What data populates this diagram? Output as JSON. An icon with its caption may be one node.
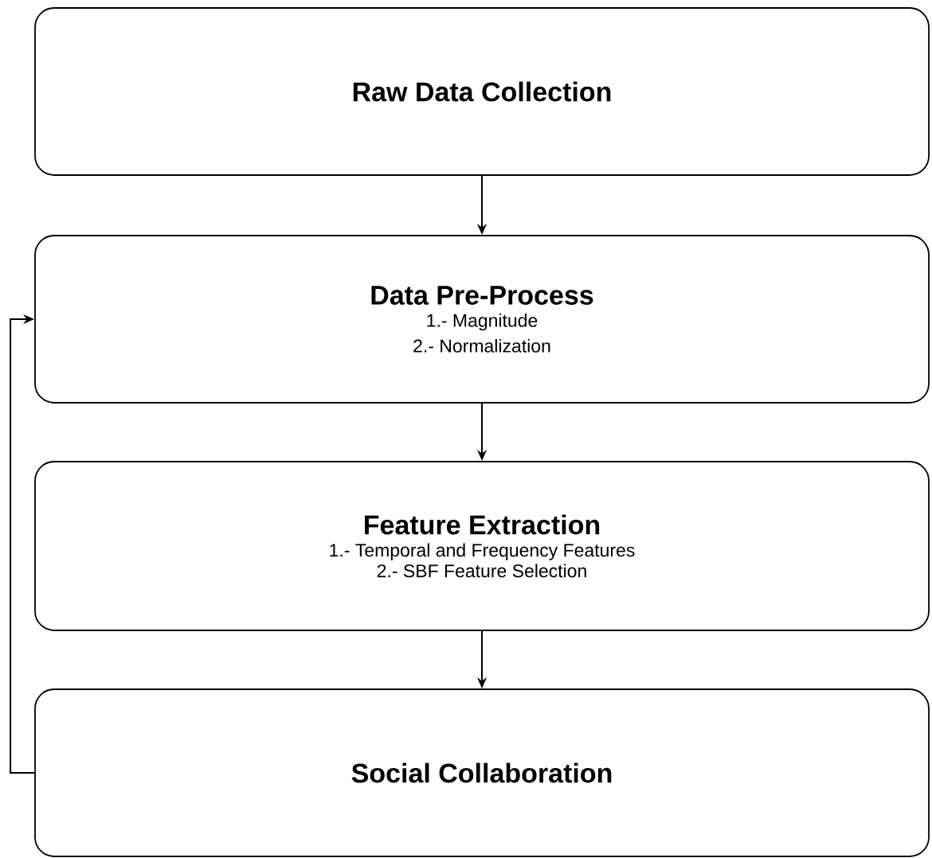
{
  "diagram": {
    "nodes": [
      {
        "text": [
          "Raw Data Collection"
        ]
      },
      {
        "text": [
          "Data Pre-Process",
          "1.- Magnitude",
          "2.- Normalization"
        ]
      },
      {
        "text": [
          "Feature Extraction",
          "1.- Temporal and Frequency Features",
          "2.- SBF Feature Selection"
        ]
      },
      {
        "text": [
          "Social Collaboration"
        ]
      }
    ],
    "edges": [
      {
        "from": 0,
        "to": 1,
        "arrow": "to"
      },
      {
        "from": 1,
        "to": 2,
        "arrow": "to"
      },
      {
        "from": 2,
        "to": 3,
        "arrow": "to"
      },
      {
        "from": 3,
        "to": 1,
        "arrow": "to"
      }
    ]
  }
}
